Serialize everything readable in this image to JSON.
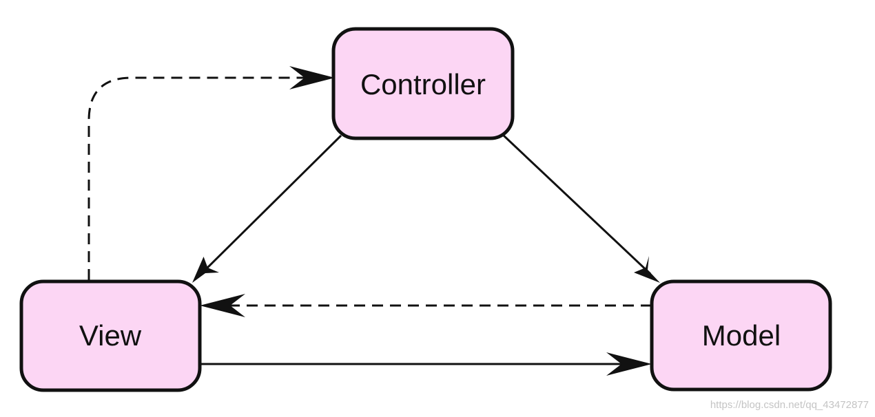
{
  "nodes": {
    "controller": {
      "label": "Controller"
    },
    "view": {
      "label": "View"
    },
    "model": {
      "label": "Model"
    }
  },
  "edges": [
    {
      "from": "controller",
      "to": "view",
      "style": "solid"
    },
    {
      "from": "controller",
      "to": "model",
      "style": "solid"
    },
    {
      "from": "view",
      "to": "model",
      "style": "solid"
    },
    {
      "from": "view",
      "to": "controller",
      "style": "dashed"
    },
    {
      "from": "model",
      "to": "view",
      "style": "dashed"
    }
  ],
  "colors": {
    "node_fill": "#fcd6f4",
    "stroke": "#111111",
    "watermark": "#c4c4c4"
  },
  "watermark": "https://blog.csdn.net/qq_43472877"
}
